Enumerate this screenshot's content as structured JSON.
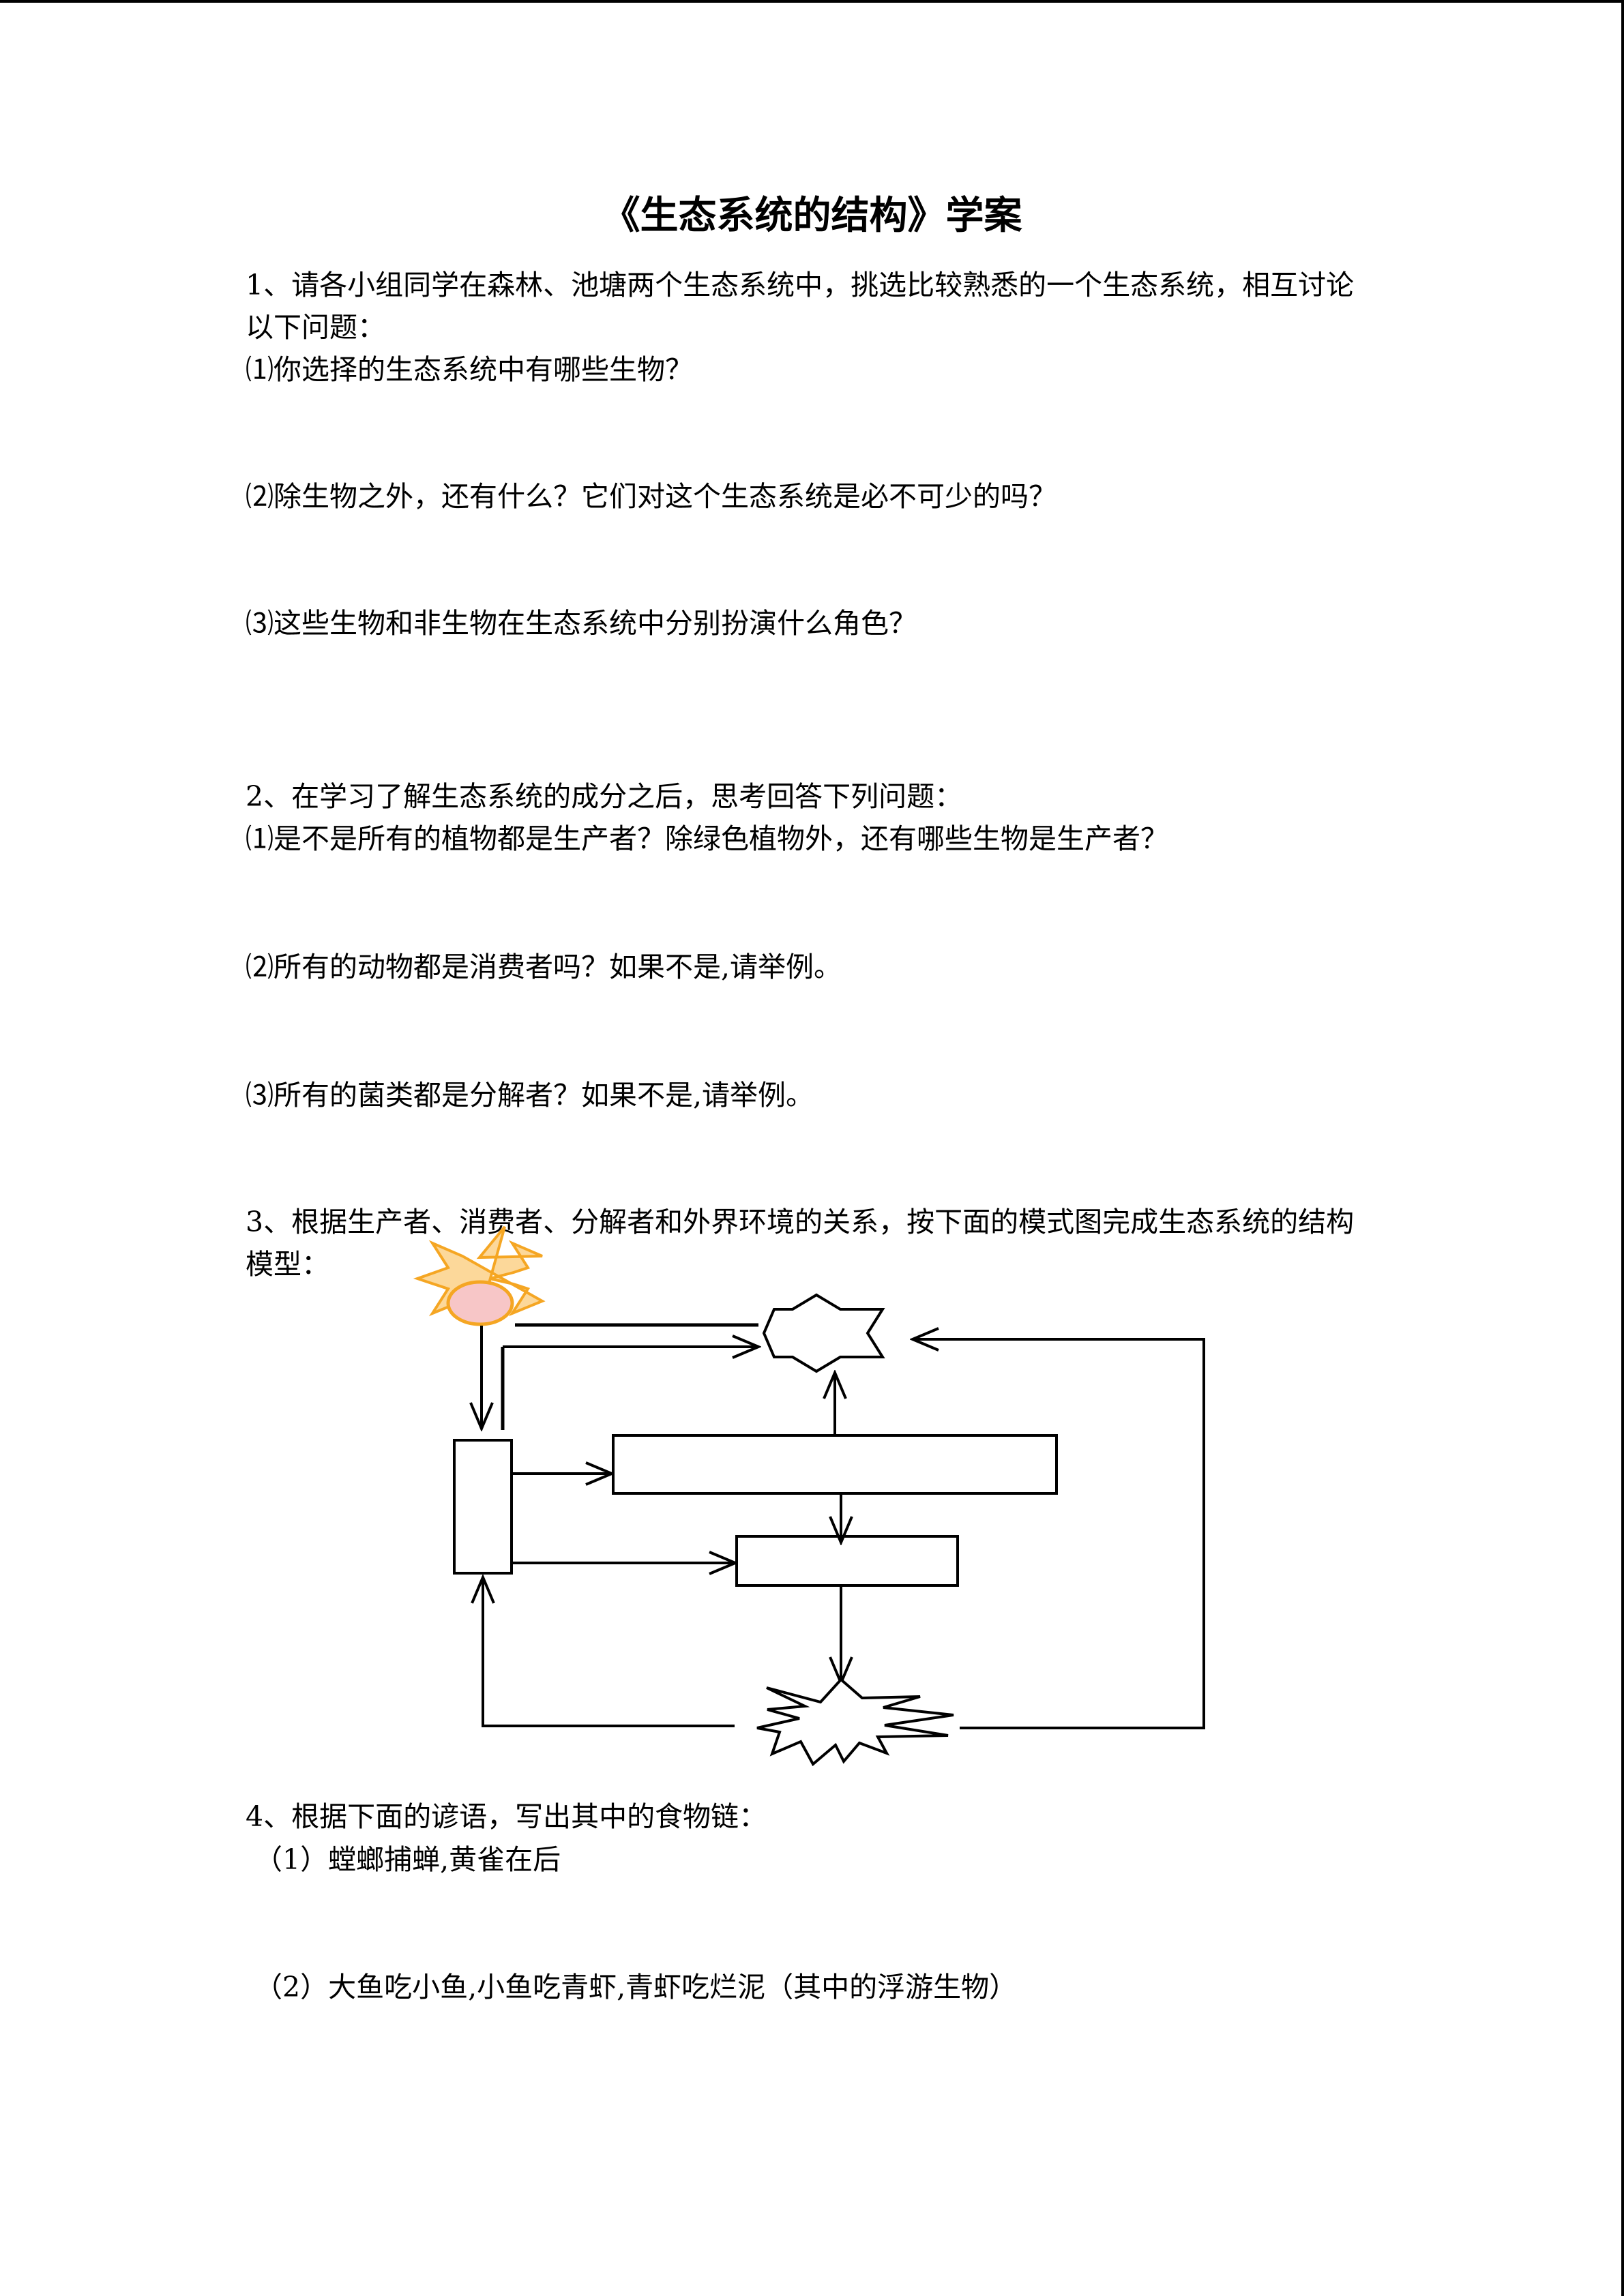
{
  "title": "《生态系统的结构》学案",
  "section1": {
    "heading_l1": "1、请各小组同学在森林、池塘两个生态系统中，挑选比较熟悉的一个生态系统，相互讨论",
    "heading_l2": "以下问题：",
    "q1": "⑴你选择的生态系统中有哪些生物？",
    "q2": "⑵除生物之外，还有什么？它们对这个生态系统是必不可少的吗？",
    "q3": "⑶这些生物和非生物在生态系统中分别扮演什么角色？"
  },
  "section2": {
    "heading": "2、在学习了解生态系统的成分之后，思考回答下列问题：",
    "q1": "⑴是不是所有的植物都是生产者？除绿色植物外，还有哪些生物是生产者？",
    "q2": "⑵所有的动物都是消费者吗？如果不是,请举例。",
    "q3": "⑶所有的菌类都是分解者？如果不是,请举例。"
  },
  "section3": {
    "heading_l1": "3、根据生产者、消费者、分解者和外界环境的关系，按下面的模式图完成生态系统的结构",
    "heading_l2": "模型："
  },
  "section4": {
    "heading": "4、根据下面的谚语，写出其中的食物链：",
    "q1": "（1）螳螂捕蝉,黄雀在后",
    "q2": "（2）大鱼吃小鱼,小鱼吃青虾,青虾吃烂泥（其中的浮游生物）"
  },
  "diagram": {
    "sun_color": "#f5a623",
    "sun_fill": "#f7c6c7"
  }
}
